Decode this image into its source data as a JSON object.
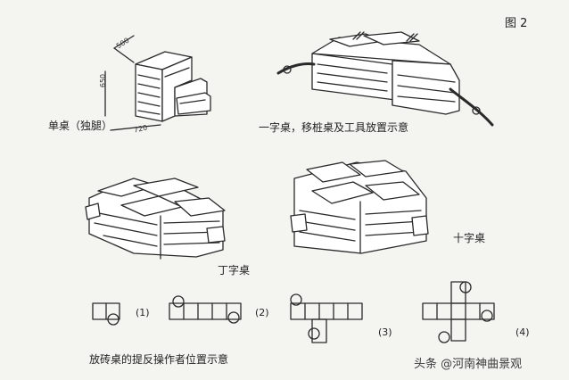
{
  "figure_label": "图 2",
  "labels": {
    "single_pile": "单桌（独腿）",
    "line_pile": "一字桌，移桩桌及工具放置示意",
    "t_pile": "丁字桌",
    "cross_pile": "十字桌",
    "bottom_caption": "放砖桌的提反操作者位置示意"
  },
  "dimensions": [
    "500",
    "650",
    "720"
  ],
  "step_numbers": [
    "(1)",
    "(2)",
    "(3)",
    "(4)"
  ],
  "watermark": "头条 @河南神曲景观",
  "colors": {
    "line": "#2a2a2a",
    "paper": "#f4f4f1"
  }
}
